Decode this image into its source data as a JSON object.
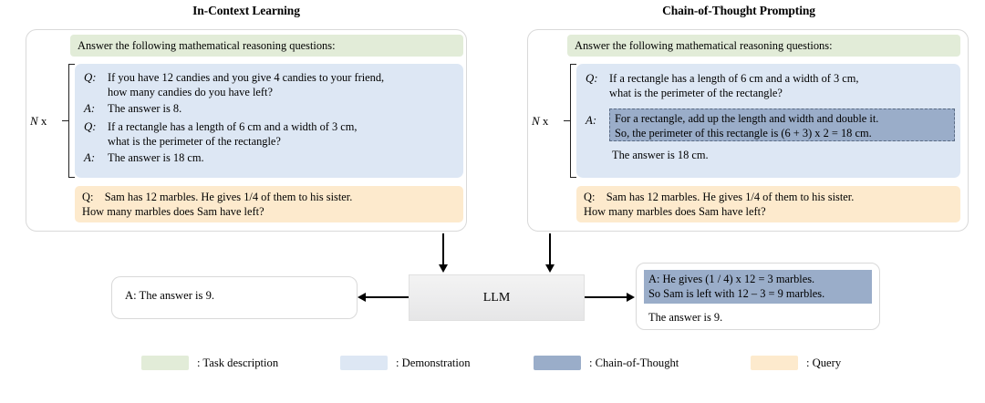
{
  "panels": [
    {
      "title": "In-Context Learning",
      "task_description": "Answer the following mathematical reasoning questions:",
      "repeat_label_n": "N",
      "repeat_label_x": " x",
      "demonstration": [
        {
          "label": "Q:",
          "lines": [
            "If you have 12 candies and you give 4 candies to your friend,",
            "how many candies do you have left?"
          ]
        },
        {
          "label": "A:",
          "lines": [
            "The answer is 8."
          ]
        },
        {
          "label": "Q:",
          "lines": [
            "If a rectangle has a length of 6 cm and a width of 3 cm,",
            "what is the perimeter of the rectangle?"
          ]
        },
        {
          "label": "A:",
          "lines": [
            "The answer is 18 cm."
          ]
        }
      ],
      "query": [
        "Q: Sam has 12 marbles. He gives 1/4 of them to his sister.",
        "How many marbles does Sam have left?"
      ]
    },
    {
      "title": "Chain-of-Thought Prompting",
      "task_description": "Answer the following mathematical reasoning questions:",
      "repeat_label_n": "N",
      "repeat_label_x": " x",
      "demonstration": [
        {
          "label": "Q:",
          "lines": [
            "If a rectangle has a length of 6 cm and a width of 3 cm,",
            "what is the perimeter of the rectangle?"
          ]
        },
        {
          "label": "A:",
          "lines": []
        }
      ],
      "chain_of_thought": [
        "For a rectangle, add up the length and width and double it.",
        "So, the perimeter of this rectangle is (6 + 3) x 2 = 18 cm."
      ],
      "answer_tail": "The answer is 18 cm.",
      "query": [
        "Q: Sam has 12 marbles. He gives 1/4 of them to his sister.",
        "How many marbles does Sam have left?"
      ]
    }
  ],
  "model": {
    "name": "LLM"
  },
  "outputs": {
    "left": {
      "text": "A: The answer is 9."
    },
    "right": {
      "chain_of_thought": [
        "A: He gives (1 / 4) x 12 = 3 marbles.",
        "So Sam is left with 12 – 3 = 9 marbles."
      ],
      "answer_tail": "The answer is 9."
    }
  },
  "legend": [
    {
      "label": ": Task description",
      "color": "#e2ecd8"
    },
    {
      "label": ": Demonstration",
      "color": "#dde7f4"
    },
    {
      "label": ": Chain-of-Thought",
      "color": "#9aadc9"
    },
    {
      "label": ": Query",
      "color": "#fdeacd"
    }
  ]
}
